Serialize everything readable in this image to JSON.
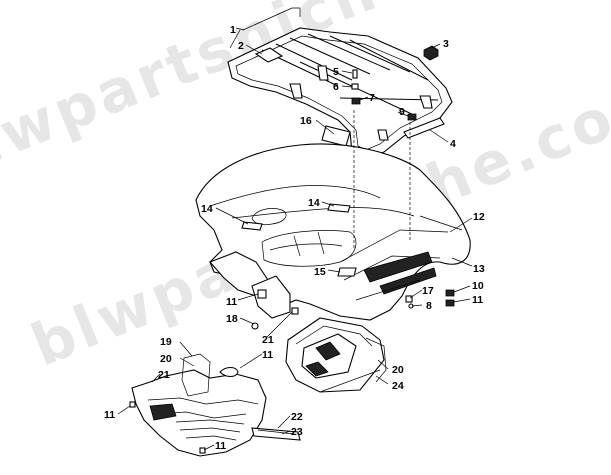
{
  "watermark": "blwpartsniche.com",
  "callouts": [
    {
      "id": "c1",
      "text": "1"
    },
    {
      "id": "c2",
      "text": "2"
    },
    {
      "id": "c3",
      "text": "3"
    },
    {
      "id": "c4",
      "text": "4"
    },
    {
      "id": "c5",
      "text": "5"
    },
    {
      "id": "c6",
      "text": "6"
    },
    {
      "id": "c7",
      "text": "7"
    },
    {
      "id": "c9",
      "text": "9"
    },
    {
      "id": "c16",
      "text": "16"
    },
    {
      "id": "c14a",
      "text": "14"
    },
    {
      "id": "c14b",
      "text": "14"
    },
    {
      "id": "c12",
      "text": "12"
    },
    {
      "id": "c13",
      "text": "13"
    },
    {
      "id": "c15",
      "text": "15"
    },
    {
      "id": "c10",
      "text": "10"
    },
    {
      "id": "c11a",
      "text": "11"
    },
    {
      "id": "c17",
      "text": "17"
    },
    {
      "id": "c8",
      "text": "8"
    },
    {
      "id": "c11b",
      "text": "11"
    },
    {
      "id": "c18",
      "text": "18"
    },
    {
      "id": "c21a",
      "text": "21"
    },
    {
      "id": "c11c",
      "text": "11"
    },
    {
      "id": "c19",
      "text": "19"
    },
    {
      "id": "c20a",
      "text": "20"
    },
    {
      "id": "c21b",
      "text": "21"
    },
    {
      "id": "c20b",
      "text": "20"
    },
    {
      "id": "c24",
      "text": "24"
    },
    {
      "id": "c11d",
      "text": "11"
    },
    {
      "id": "c22",
      "text": "22"
    },
    {
      "id": "c23",
      "text": "23"
    },
    {
      "id": "c11e",
      "text": "11"
    }
  ]
}
